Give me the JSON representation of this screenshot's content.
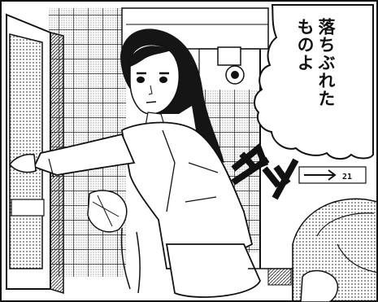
{
  "panel": {
    "speech": {
      "line1": "落ちぶれた",
      "line2": "ものよ"
    },
    "sfx": "タッ",
    "wall_sign": "21"
  },
  "colors": {
    "ink": "#111111",
    "paper": "#ffffff",
    "screentone": "#9a9a9a"
  }
}
